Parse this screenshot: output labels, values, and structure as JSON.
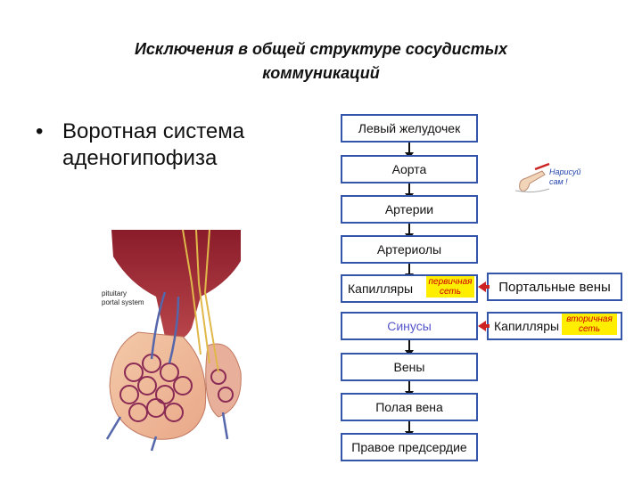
{
  "title": {
    "line1": "Исключения в общей структуре сосудистых",
    "line2": "коммуникаций"
  },
  "bullet": {
    "marker": "•",
    "line1": "Воротная система",
    "line2": "аденогипофиза"
  },
  "anatomy": {
    "label_line1": "pituitary",
    "label_line2": "portal system"
  },
  "draw_note": {
    "line1": "Нарисуй",
    "line2": "сам !"
  },
  "flow": {
    "left_ventricle": "Левый желудочек",
    "aorta": "Аорта",
    "arteries": "Артерии",
    "arterioles": "Артериолы",
    "capillaries": "Капилляры",
    "primary_net": "первичная сеть",
    "sinuses": "Синусы",
    "veins": "Вены",
    "vena_cava": "Полая вена",
    "right_atrium": "Правое предсердие",
    "portal_veins": "Портальные вены",
    "capillaries2": "Капилляры",
    "secondary_net": "вторичная сеть"
  },
  "colors": {
    "box_border": "#3355aa",
    "tag_bg": "#ffee00",
    "tag_text": "#cc0000",
    "arrow_red": "#cc2222"
  }
}
